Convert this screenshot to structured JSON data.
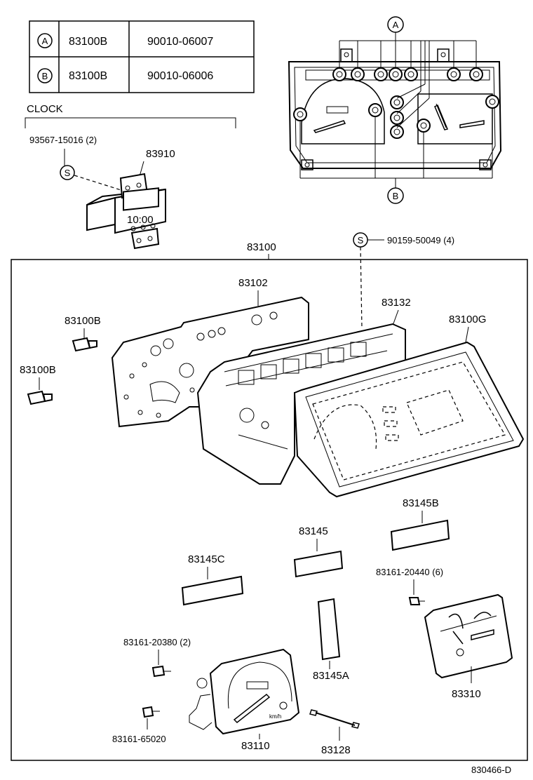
{
  "legend_table": {
    "rows": [
      {
        "symbol": "A",
        "part": "83100B",
        "number": "90010-06007"
      },
      {
        "symbol": "B",
        "part": "83100B",
        "number": "90010-06006"
      }
    ]
  },
  "callouts": {
    "top_A": "A",
    "top_B": "B",
    "S_symbol": "S"
  },
  "clock": {
    "title": "CLOCK",
    "screw_label": "93567-15016 (2)",
    "clock_part": "83910",
    "display_time": "10:00"
  },
  "assembly": {
    "main": "83100",
    "screw_ref": "90159-50049 (4)",
    "plate": "83102",
    "case": "83132",
    "lens": "83100G",
    "bulb_1": "83100B",
    "bulb_2": "83100B"
  },
  "parts": {
    "p83145B": "83145B",
    "p83145": "83145",
    "p83145C": "83145C",
    "p83161_20440": "83161-20440 (6)",
    "p83145A": "83145A",
    "p83161_20380": "83161-20380 (2)",
    "p83161_65020": "83161-65020",
    "p83110": "83110",
    "p83128": "83128",
    "p83310": "83310",
    "speedo_unit": "km/h"
  },
  "figure_id": "830466-D"
}
